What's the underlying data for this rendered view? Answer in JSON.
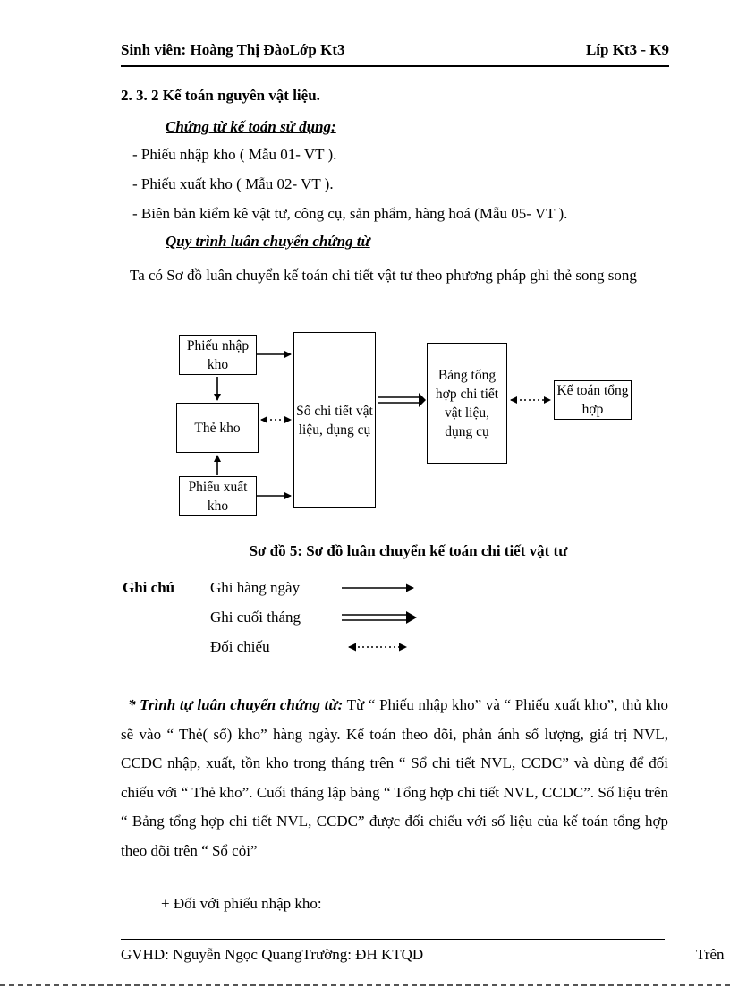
{
  "header": {
    "left": "Sinh viên: Hoàng Thị ĐàoLớp Kt3",
    "right": "Líp Kt3 - K9"
  },
  "content": {
    "section_heading": "2. 3. 2 Kế toán nguyên vật liệu.",
    "sub_heading_documents": "Chứng từ kế toán sử dụng:",
    "doc_list": [
      "- Phiếu nhập kho ( Mẫu 01- VT ).",
      "- Phiếu xuất kho   ( Mẫu 02- VT ).",
      "- Biên bản kiểm kê vật tư, công cụ, sản phẩm, hàng hoá (Mẫu 05- VT )."
    ],
    "sub_heading_process": "Quy trình luân chuyển chứng từ",
    "intro_paragraph": "Ta có Sơ đồ luân chuyển kế toán chi tiết vật tư theo phương pháp ghi thẻ song song"
  },
  "diagram": {
    "boxes": [
      {
        "id": "phieu-nhap-kho",
        "label": "Phiếu nhập kho"
      },
      {
        "id": "the-kho",
        "label": "Thẻ kho"
      },
      {
        "id": "phieu-xuat-kho",
        "label": "Phiếu xuất kho"
      },
      {
        "id": "so-chi-tiet",
        "label": "Sổ chi tiết vật liệu, dụng cụ"
      },
      {
        "id": "bang-tong-hop",
        "label": "Bảng tổng hợp chi tiết vật liệu, dụng cụ"
      },
      {
        "id": "ke-toan-tong-hop",
        "label": "Kế toán tổng hợp"
      }
    ],
    "caption": "Sơ đồ 5: Sơ đồ luân chuyển kế toán chi tiết vật tư"
  },
  "legend": {
    "title": "Ghi chú",
    "items": [
      {
        "label": "Ghi hàng ngày",
        "style": "solid-arrow"
      },
      {
        "label": "Ghi cuối tháng",
        "style": "double-line-arrow"
      },
      {
        "label": "Đối chiếu",
        "style": "dotted-double-arrow"
      }
    ]
  },
  "body": {
    "lead": "* Trình tự luân chuyển chứng từ:",
    "text": " Từ “ Phiếu nhập kho” và “ Phiếu xuất kho”, thủ kho sẽ vào “ Thẻ( sổ) kho” hàng ngày. Kế toán theo dõi, phản ánh số lượng, giá trị NVL, CCDC nhập, xuất, tồn kho trong tháng trên “ Sổ chi tiết NVL, CCDC” và dùng để đối chiếu với “ Thẻ kho”. Cuối tháng lập bảng “ Tổng hợp chi tiết NVL, CCDC”. Số liệu  trên “ Bảng tổng hợp chi tiết NVL, CCDC” được đối chiếu với số liệu  của kế toán tổng hợp theo dõi trên “ Sổ cỏi”",
    "sub_item": "+ Đối với phiếu nhập kho:"
  },
  "footer": {
    "left": "GVHD: Nguyễn Ngọc QuangTrường: ĐH KTQD",
    "right": "Trên"
  },
  "colors": {
    "text": "#000000",
    "background": "#ffffff"
  }
}
